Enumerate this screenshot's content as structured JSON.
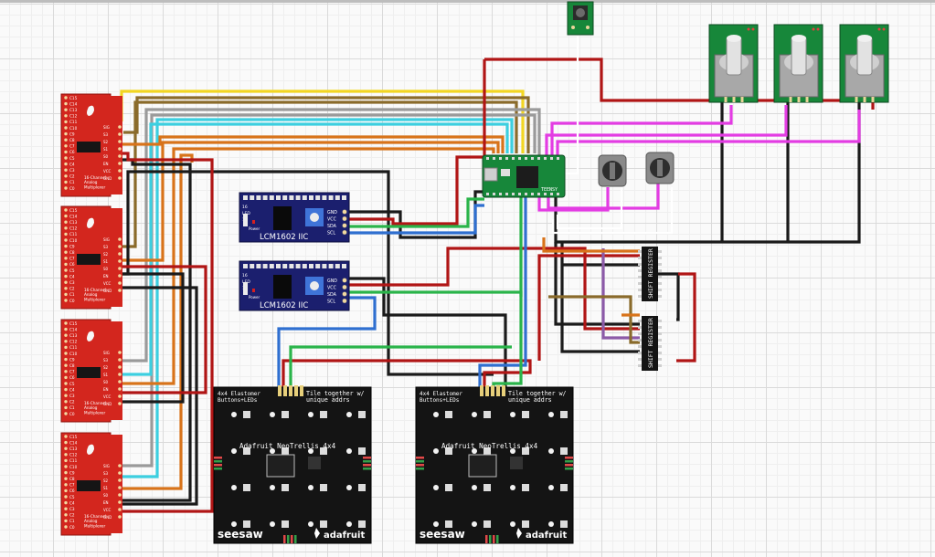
{
  "multiplexers": [
    {
      "channels_top": [
        "C15",
        "C14",
        "C13",
        "C12",
        "C11",
        "C10",
        "C9",
        "C8",
        "C7",
        "C6",
        "C5",
        "C4",
        "C3",
        "C2",
        "C1",
        "C0"
      ],
      "pins_right": [
        "SIG",
        "S3",
        "S2",
        "S1",
        "S0",
        "EN",
        "VCC",
        "GND"
      ],
      "caption": [
        "16-Channel",
        "Analog",
        "Multiplexer"
      ]
    },
    {
      "channels_top": [
        "C15",
        "C14",
        "C13",
        "C12",
        "C11",
        "C10",
        "C9",
        "C8",
        "C7",
        "C6",
        "C5",
        "C4",
        "C3",
        "C2",
        "C1",
        "C0"
      ],
      "pins_right": [
        "SIG",
        "S3",
        "S2",
        "S1",
        "S0",
        "EN",
        "VCC",
        "GND"
      ],
      "caption": [
        "16-Channel",
        "Analog",
        "Multiplexer"
      ]
    },
    {
      "channels_top": [
        "C15",
        "C14",
        "C13",
        "C12",
        "C11",
        "C10",
        "C9",
        "C8",
        "C7",
        "C6",
        "C5",
        "C4",
        "C3",
        "C2",
        "C1",
        "C0"
      ],
      "pins_right": [
        "SIG",
        "S3",
        "S2",
        "S1",
        "S0",
        "EN",
        "VCC",
        "GND"
      ],
      "caption": [
        "16-Channel",
        "Analog",
        "Multiplexer"
      ]
    },
    {
      "channels_top": [
        "C15",
        "C14",
        "C13",
        "C12",
        "C11",
        "C10",
        "C9",
        "C8",
        "C7",
        "C6",
        "C5",
        "C4",
        "C3",
        "C2",
        "C1",
        "C0"
      ],
      "pins_right": [
        "SIG",
        "S3",
        "S2",
        "S1",
        "S0",
        "EN",
        "VCC",
        "GND"
      ],
      "caption": [
        "16-Channel",
        "Analog",
        "Multiplexer"
      ]
    }
  ],
  "lcd_modules": [
    {
      "title": "LCM1602 IIC",
      "pins": [
        "GND",
        "VCC",
        "SDA",
        "SCL"
      ],
      "left_labels": [
        "16",
        "LED",
        "1"
      ],
      "power_label": "Power"
    },
    {
      "title": "LCM1602 IIC",
      "pins": [
        "GND",
        "VCC",
        "SDA",
        "SCL"
      ],
      "left_labels": [
        "16",
        "LED",
        "1"
      ],
      "power_label": "Power"
    }
  ],
  "shift_registers": [
    {
      "label": "SHIFT REGISTER"
    },
    {
      "label": "SHIFT REGISTER"
    }
  ],
  "neotrellis": [
    {
      "top_left": [
        "4x4 Elastomer",
        "Buttons+LEDs"
      ],
      "top_right": [
        "Tile together w/",
        "unique addrs"
      ],
      "title": "Adafruit NeoTrellis 4x4",
      "seesaw": "seesaw",
      "adafruit": "adafruit"
    },
    {
      "top_left": [
        "4x4 Elastomer",
        "Buttons+LEDs"
      ],
      "top_right": [
        "Tile together w/",
        "unique addrs"
      ],
      "title": "Adafruit NeoTrellis 4x4",
      "seesaw": "seesaw",
      "adafruit": "adafruit"
    }
  ],
  "teensy": {
    "label": "TEENSY"
  },
  "colors": {
    "wire_yellow": "#f2d622",
    "wire_brown": "#8a6b2b",
    "wire_gray": "#9a9a9a",
    "wire_cyan": "#3ccfe0",
    "wire_orange": "#d8731a",
    "wire_black": "#1a1a1a",
    "wire_red": "#b01515",
    "wire_blue": "#2f6fd0",
    "wire_green": "#2ab44a",
    "wire_magenta": "#e33ce3",
    "wire_purple": "#8c5aa8",
    "wire_white": "#ffffff",
    "board_red": "#d3261e",
    "board_blue": "#1b1f6e",
    "board_green": "#17873a",
    "board_black": "#141414"
  }
}
